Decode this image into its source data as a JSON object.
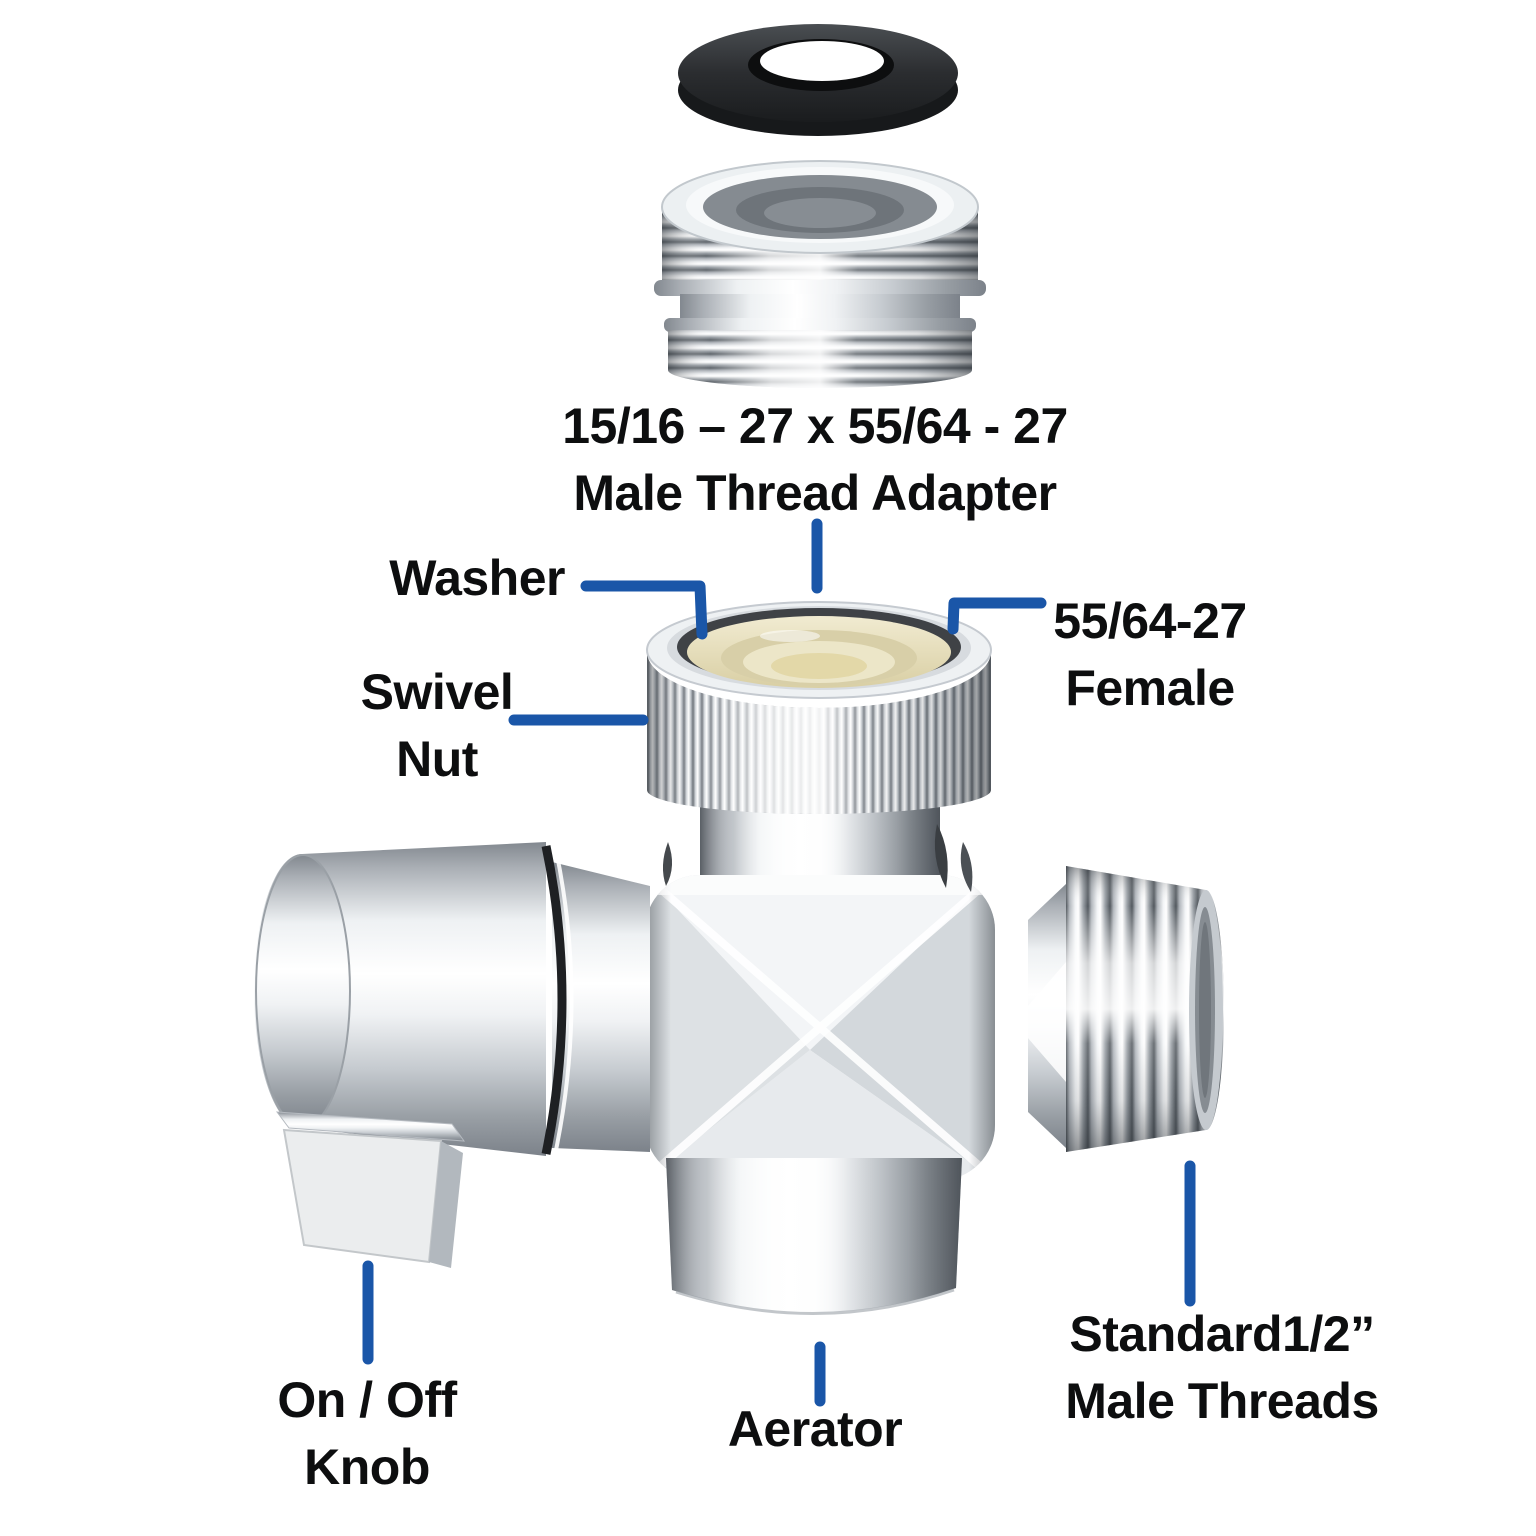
{
  "colors": {
    "leader_blue": "#1a56a8",
    "label_text": "#0d0e0f",
    "background": "#ffffff"
  },
  "labels": {
    "adapter": {
      "line1": "15/16 – 27 x 55/64 - 27",
      "line2": "Male Thread Adapter"
    },
    "washer": {
      "line1": "Washer"
    },
    "swivel_nut": {
      "line1": "Swivel",
      "line2": "Nut"
    },
    "female_thread": {
      "line1": "55/64-27",
      "line2": "Female"
    },
    "on_off_knob": {
      "line1": "On / Off",
      "line2": "Knob"
    },
    "aerator": {
      "line1": "Aerator"
    },
    "male_threads": {
      "line1": "Standard1/2”",
      "line2": "Male Threads"
    }
  }
}
